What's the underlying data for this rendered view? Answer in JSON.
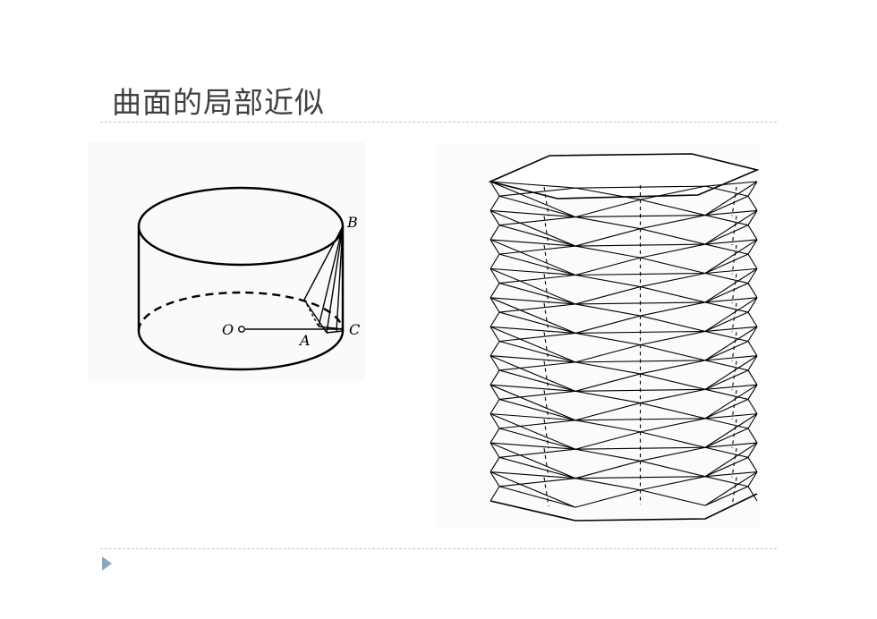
{
  "slide": {
    "title": "曲面的局部近似"
  },
  "cylinder_figure": {
    "labels": {
      "B": "B",
      "O": "O",
      "A": "A",
      "C": "C"
    }
  },
  "tessellation_figure": {
    "bands": 11
  },
  "colors": {
    "title": "#404040",
    "rule": "#b6c4d4",
    "bullet": "#8fa6bf",
    "stroke": "#000000"
  }
}
